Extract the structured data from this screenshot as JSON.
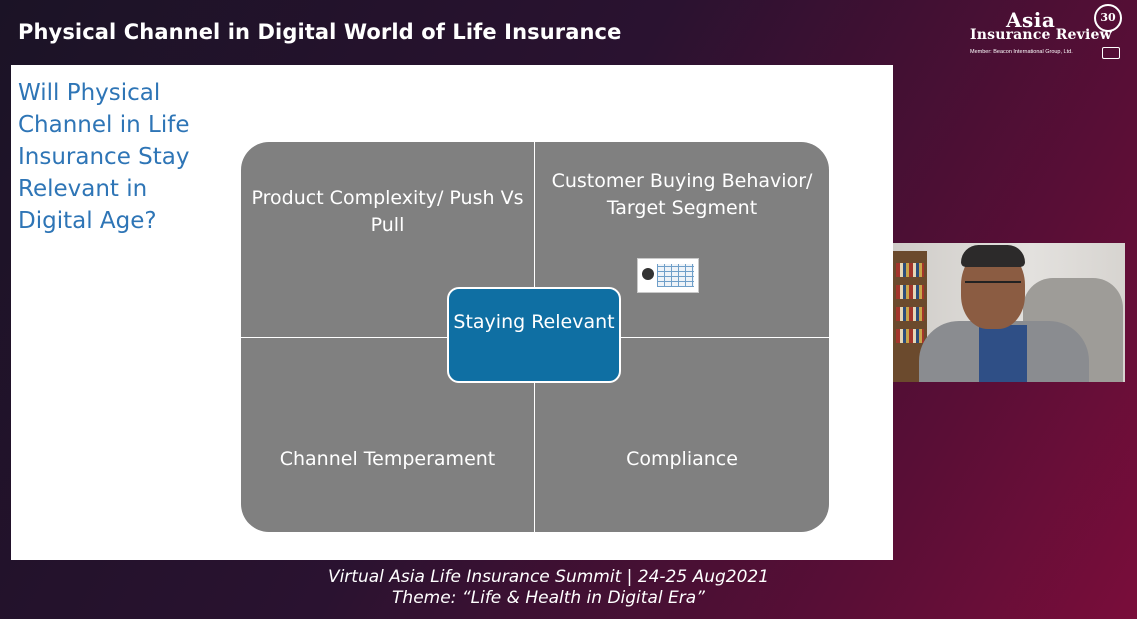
{
  "header": {
    "title": "Physical Channel in Digital World of Life Insurance"
  },
  "logo": {
    "line1": "Asia",
    "line2": "Insurance Review",
    "anniversary": "30",
    "member_text": "Member: Beacon International Group, Ltd."
  },
  "slide": {
    "question": "Will Physical Channel in Life Insurance Stay Relevant in Digital Age?",
    "quadrants": {
      "top_left": "Product Complexity/ Push Vs Pull",
      "top_right": "Customer Buying Behavior/ Target Segment",
      "bottom_left": "Channel Temperament",
      "bottom_right": "Compliance"
    },
    "center": "Staying Relevant"
  },
  "footer": {
    "line1": "Virtual Asia Life Insurance Summit |  24-25 Aug2021",
    "line2": "Theme: “Life & Health in Digital Era”"
  },
  "colors": {
    "question_text": "#2e75b6",
    "quadrant_fill": "#808080",
    "center_fill": "#0f6fa3"
  }
}
